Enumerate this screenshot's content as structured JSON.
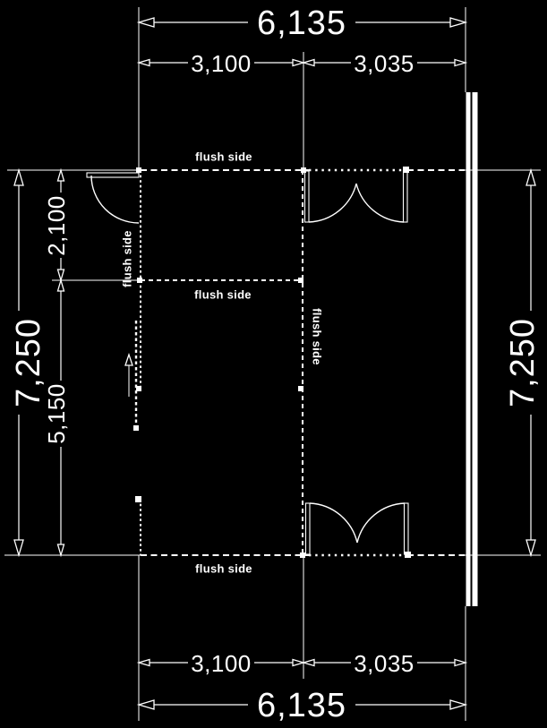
{
  "drawing": {
    "background": "#000000",
    "line_color": "#ffffff",
    "dims": {
      "top_total": "6,135",
      "top_span_left": "3,100",
      "top_span_right": "3,035",
      "bottom_span_left": "3,100",
      "bottom_span_right": "3,035",
      "bottom_total": "6,135",
      "left_total": "7,250",
      "left_upper": "2,100",
      "left_lower": "5,150",
      "right_total": "7,250"
    },
    "wall_labels": {
      "top": "flush side",
      "left": "flush side",
      "middle": "flush side",
      "inner": "flush side",
      "bottom": "flush side"
    }
  }
}
